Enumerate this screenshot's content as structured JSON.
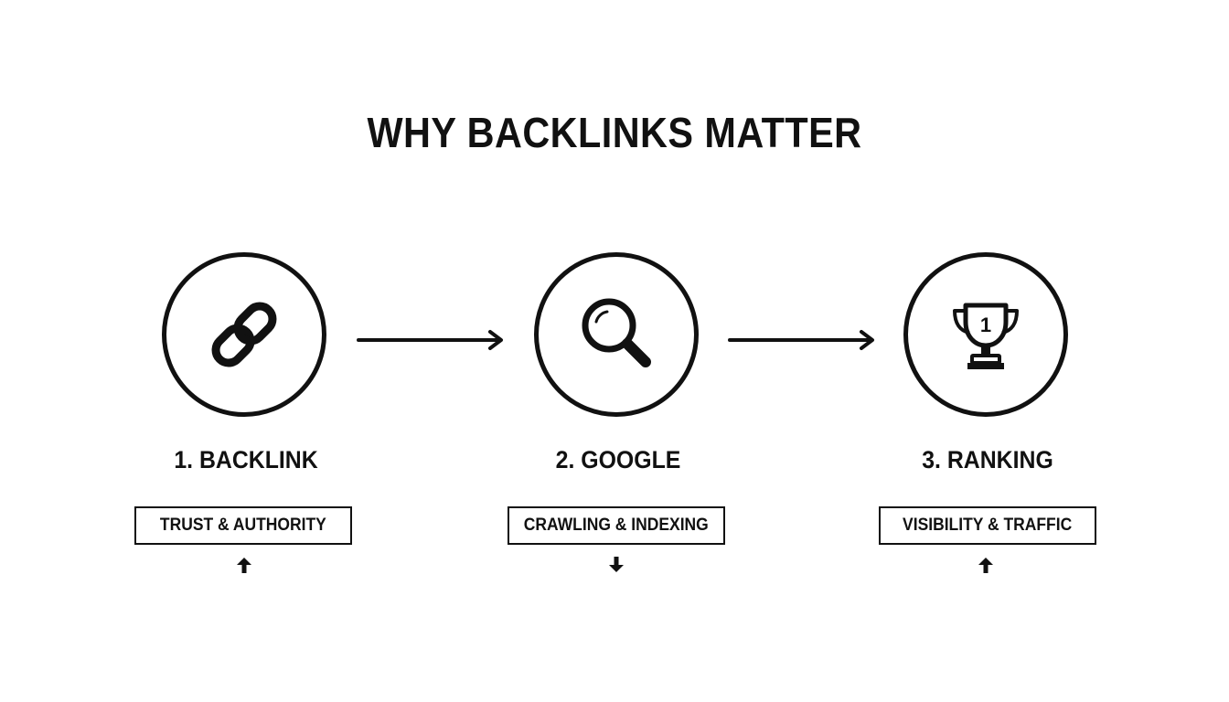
{
  "title": "WHY BACKLINKS MATTER",
  "steps": [
    {
      "label": "1. BACKLINK",
      "tag": "TRUST & AUTHORITY",
      "icon": "chain-link-icon",
      "indicator": "up-arrow-icon"
    },
    {
      "label": "2. GOOGLE",
      "tag": "CRAWLING & INDEXING",
      "icon": "magnifying-glass-icon",
      "indicator": "down-arrow-icon"
    },
    {
      "label": "3. RANKING",
      "tag": "VISIBILITY & TRAFFIC",
      "icon": "trophy-icon",
      "indicator": "up-arrow-icon",
      "trophy_text": "1"
    }
  ],
  "colors": {
    "ink": "#111111",
    "background": "#ffffff"
  }
}
